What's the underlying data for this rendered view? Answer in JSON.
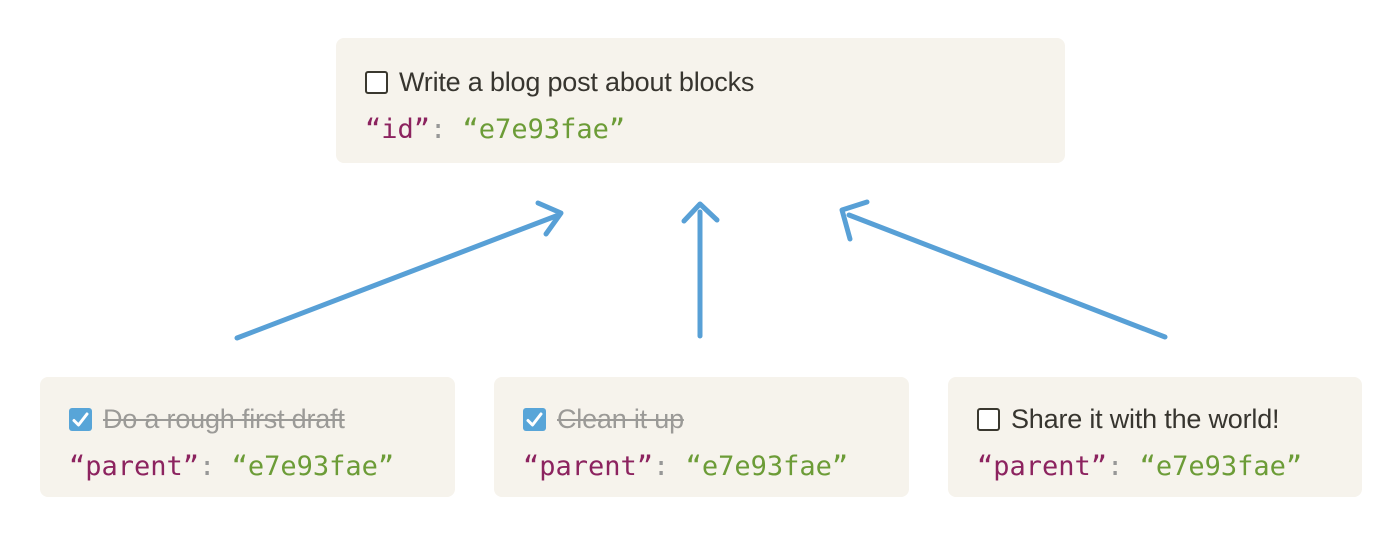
{
  "colors": {
    "page_bg": "#ffffff",
    "card_bg": "#f6f3ec",
    "title_text": "#37352f",
    "done_text": "#9b9a97",
    "checkbox_border": "#3a382f",
    "checkbox_checked_bg": "#58a5d8",
    "checkbox_check": "#ffffff",
    "code_key": "#8c235f",
    "code_punct": "#979797",
    "code_value": "#6c9c37",
    "arrow": "#58a0d6"
  },
  "parent_card": {
    "checked": false,
    "title": "Write a blog post about blocks",
    "code": {
      "key": "“id”",
      "sep": ": ",
      "value": "“e7e93fae”"
    }
  },
  "child_cards": [
    {
      "checked": true,
      "title": "Do a rough first draft",
      "code": {
        "key": "“parent”",
        "sep": ": ",
        "value": "“e7e93fae”"
      }
    },
    {
      "checked": true,
      "title": "Clean it up",
      "code": {
        "key": "“parent”",
        "sep": ": ",
        "value": "“e7e93fae”"
      }
    },
    {
      "checked": false,
      "title": "Share it with the world!",
      "code": {
        "key": "“parent”",
        "sep": ": ",
        "value": "“e7e93fae”"
      }
    }
  ]
}
